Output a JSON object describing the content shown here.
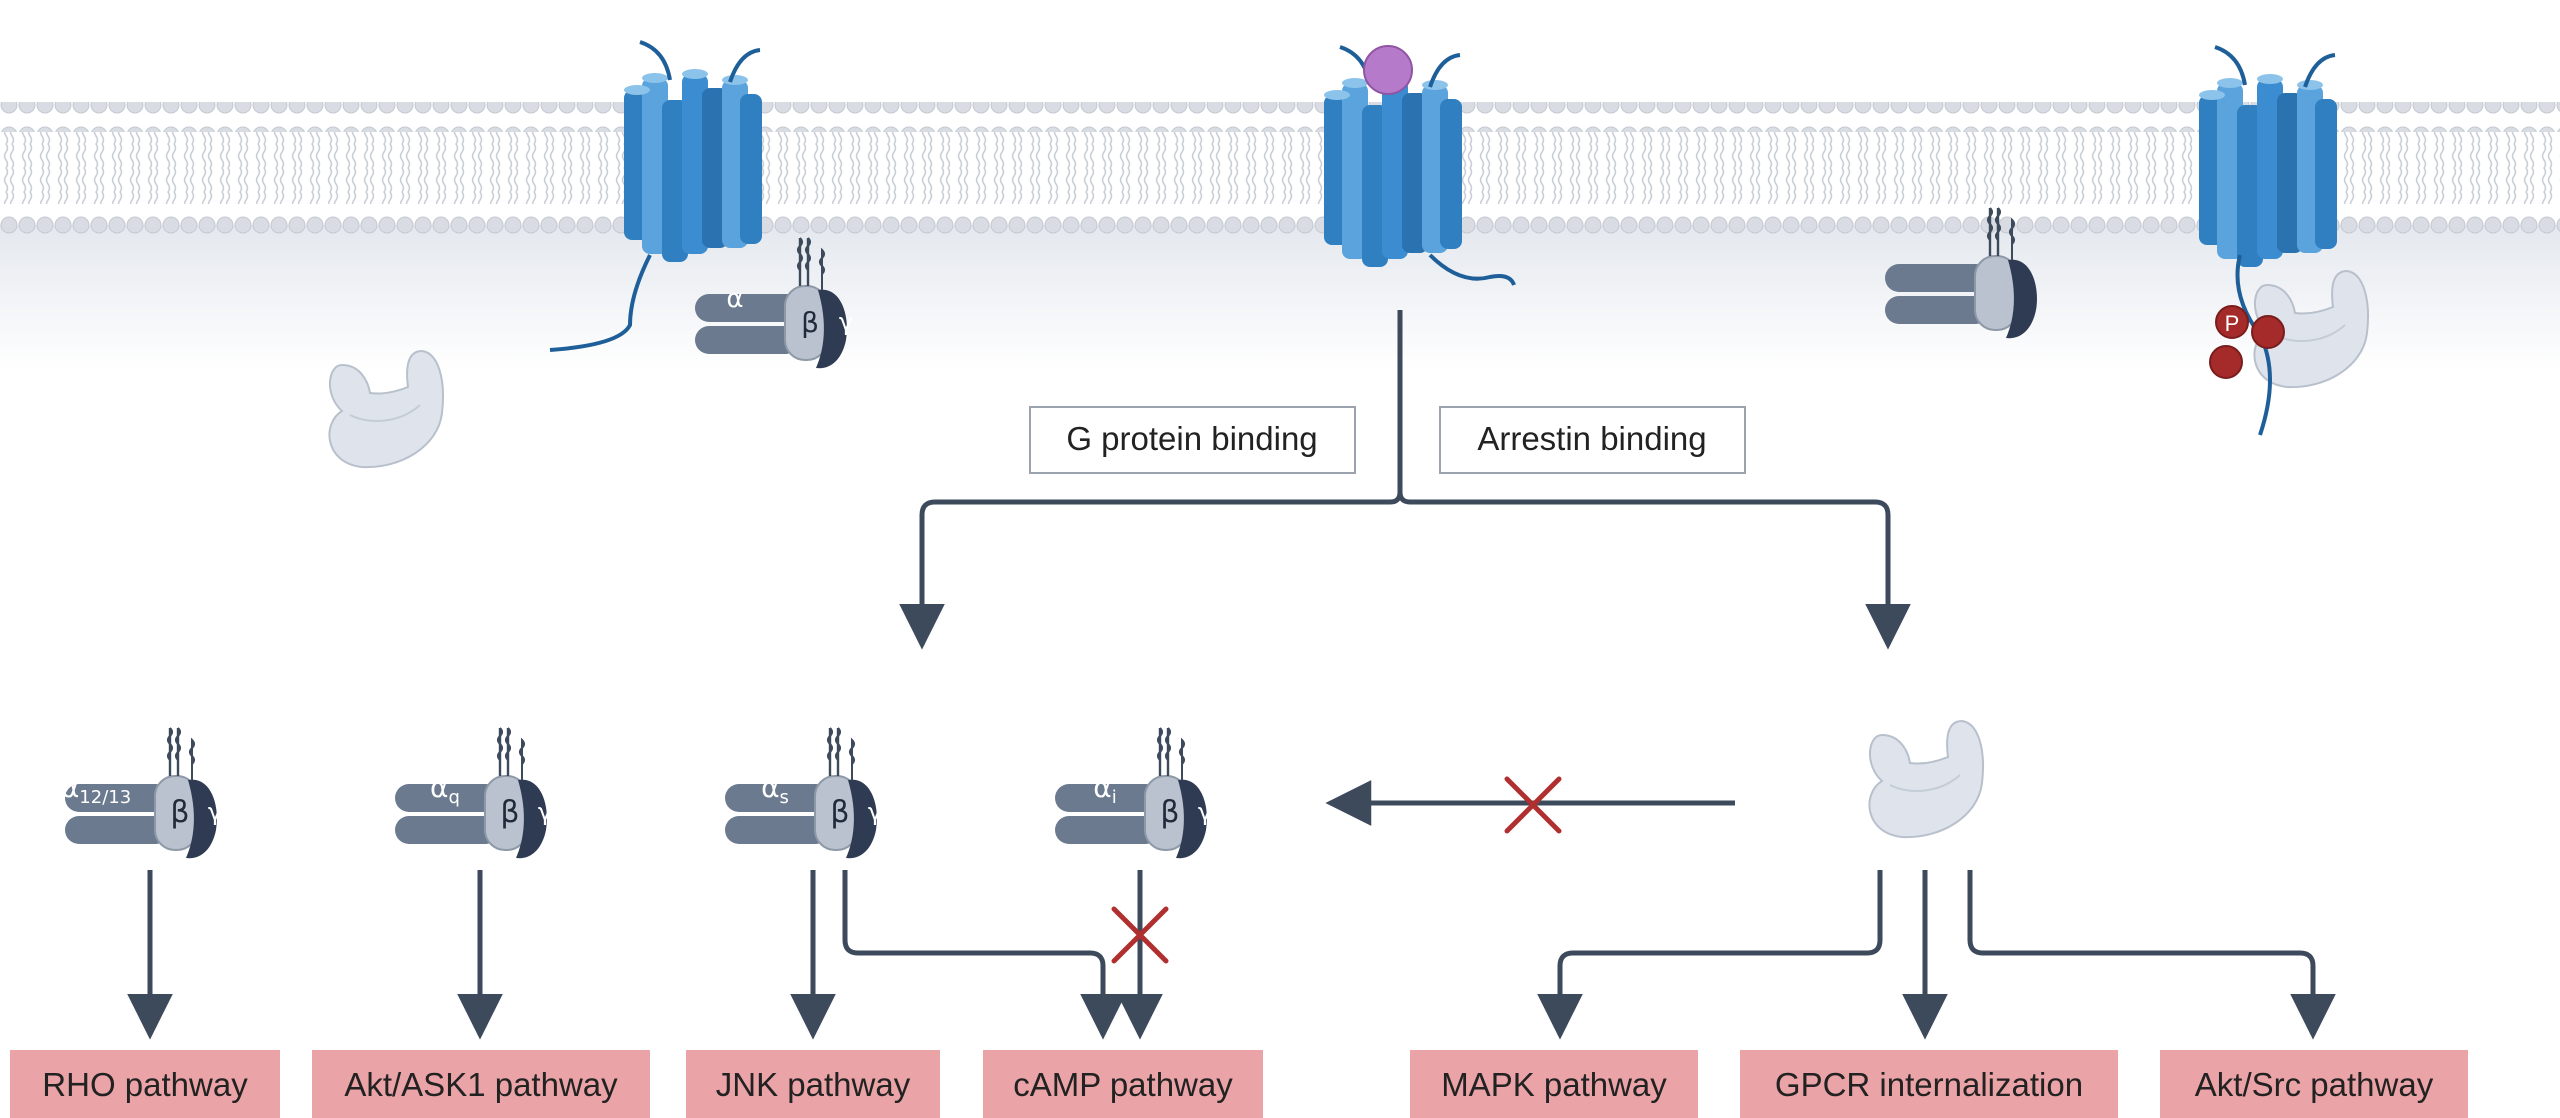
{
  "binding_labels": {
    "g_protein": "G protein binding",
    "arrestin": "Arrestin binding"
  },
  "g_protein_subunits": {
    "alpha": "α",
    "beta": "β",
    "gamma": "γ",
    "phospho": "P"
  },
  "g_alpha_variants": [
    {
      "base": "α",
      "sub": "12/13"
    },
    {
      "base": "α",
      "sub": "q"
    },
    {
      "base": "α",
      "sub": "s"
    },
    {
      "base": "α",
      "sub": "i"
    }
  ],
  "pathways": [
    "RHO pathway",
    "Akt/ASK1 pathway",
    "JNK pathway",
    "cAMP pathway",
    "MAPK pathway",
    "GPCR internalization",
    "Akt/Src pathway"
  ],
  "colors": {
    "receptor": "#2f7fc1",
    "receptor_light": "#5aa3dc",
    "g_alpha": "#6b7a8f",
    "g_beta": "#b9c2ce",
    "g_gamma": "#2f3b52",
    "arrestin": "#dfe4ec",
    "ligand": "#b57ac9",
    "phosphate": "#a52a2a",
    "arrow": "#3d4a5c",
    "block_x": "#b03030",
    "pathway_box": "#eaa3a6",
    "membrane_head": "#d9dde3"
  },
  "icons": {
    "receptor": "gpcr-receptor-icon",
    "ligand": "ligand-icon",
    "arrestin": "arrestin-icon",
    "phosphate": "phosphate-icon",
    "block": "block-x-icon"
  }
}
